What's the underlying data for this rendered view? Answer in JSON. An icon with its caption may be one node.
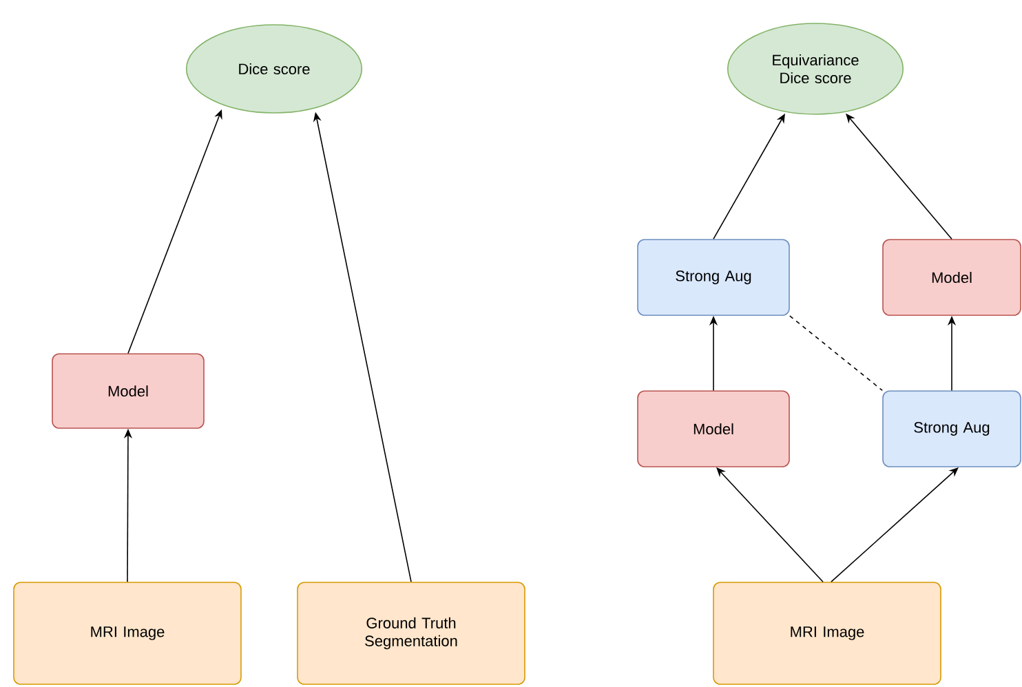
{
  "diagram": {
    "nodes": [
      {
        "text": [
          "Dice score"
        ]
      },
      {
        "text": [
          "Model"
        ]
      },
      {
        "text": [
          "MRI Image"
        ]
      },
      {
        "text": [
          "Ground Truth Segmentation"
        ]
      },
      {
        "text": [
          "Equivariance Dice score"
        ]
      },
      {
        "text": [
          "Strong Aug"
        ]
      },
      {
        "text": [
          "Model"
        ]
      },
      {
        "text": [
          "Model"
        ]
      },
      {
        "text": [
          "Strong Aug"
        ]
      },
      {
        "text": [
          "MRI Image"
        ]
      }
    ],
    "edges": [
      {
        "from": 2,
        "to": 1,
        "arrow": "to"
      },
      {
        "from": 1,
        "to": 0,
        "arrow": "to"
      },
      {
        "from": 3,
        "to": 0,
        "arrow": "to"
      },
      {
        "from": 7,
        "to": 5,
        "arrow": "to"
      },
      {
        "from": 5,
        "to": 4,
        "arrow": "to"
      },
      {
        "from": 8,
        "to": 6,
        "arrow": "to"
      },
      {
        "from": 6,
        "to": 4,
        "arrow": "to"
      },
      {
        "from": 9,
        "to": 7,
        "arrow": "to"
      },
      {
        "from": 9,
        "to": 8,
        "arrow": "to"
      },
      {
        "from": 5,
        "to": 8,
        "arrow": "none",
        "style": "dashed"
      }
    ]
  }
}
